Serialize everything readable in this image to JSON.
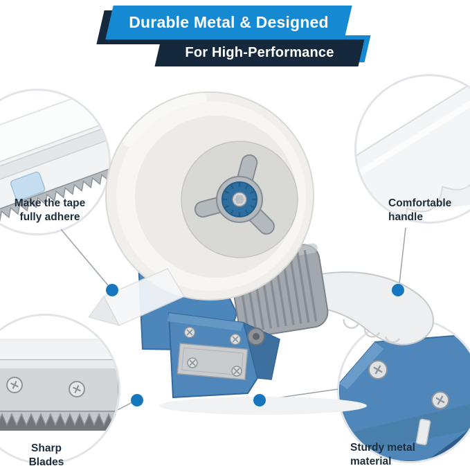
{
  "banners": {
    "primary_label": "Durable Metal & Designed",
    "secondary_label": "For High-Performance"
  },
  "callouts": {
    "tape_adhere": {
      "label": "Make the tape fully adhere"
    },
    "handle": {
      "label": "Comfortable handle"
    },
    "blades": {
      "label": "Sharp Blades"
    },
    "metal": {
      "label": "Sturdy metal material"
    }
  },
  "colors": {
    "banner_blue": "#1689d3",
    "banner_navy": "#16293c",
    "dot_blue": "#1677be",
    "label_text": "#1e2d3c",
    "product_blue": "#4f87bb",
    "knob_blue": "#2e6f9f",
    "metal_grey": "#a2a8ae"
  }
}
